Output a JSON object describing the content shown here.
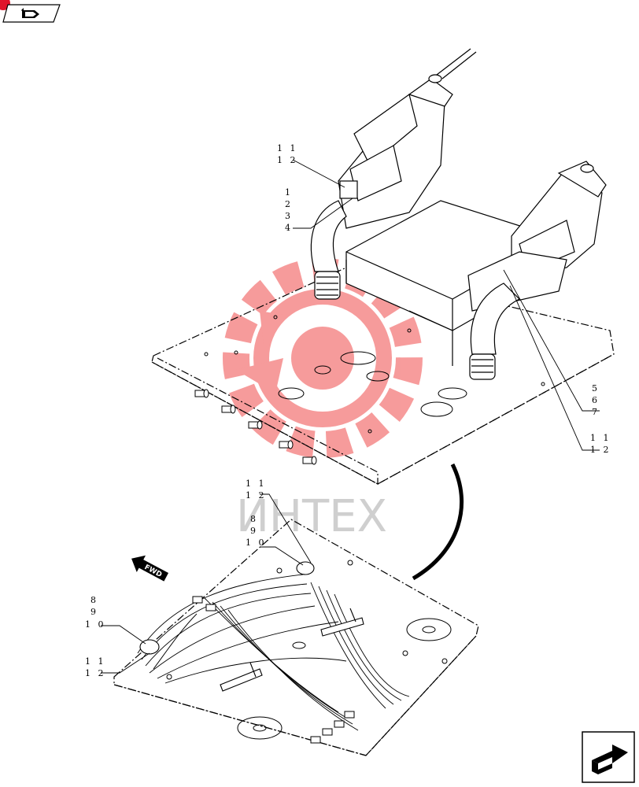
{
  "colors": {
    "line": "#000000",
    "watermark_gear": "#f04a4a",
    "watermark_text": "#cfcfcf",
    "corner_mark": "#e0152a"
  },
  "icons": {
    "top_left": "previous-page-icon",
    "bottom_right": "next-page-icon",
    "direction": "fwd-arrow-icon"
  },
  "watermark": {
    "text": "ИНТЕХ"
  },
  "fwd_label": "FWD",
  "callouts": {
    "upper_left_a": [
      "1 1",
      "1 2"
    ],
    "upper_left_b": [
      "1",
      "2",
      "3",
      "4"
    ],
    "upper_right_a": [
      "5",
      "6",
      "7"
    ],
    "upper_right_b": [
      "1 1",
      "1 2"
    ],
    "lower_top": [
      "1 1",
      "1 2",
      "8",
      "9",
      "1 0"
    ],
    "lower_left_a": [
      "8",
      "9",
      "1 0"
    ],
    "lower_left_b": [
      "1 1",
      "1 2"
    ]
  }
}
